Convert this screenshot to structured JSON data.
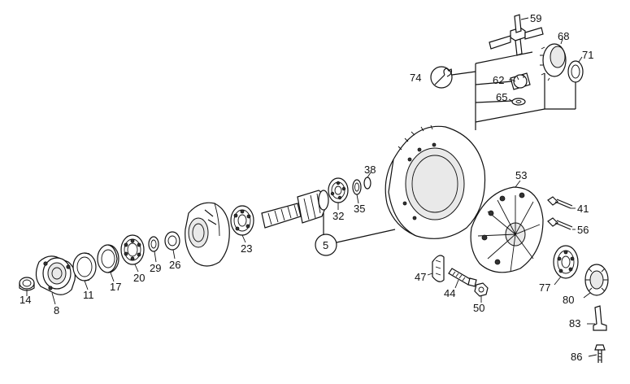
{
  "diagram": {
    "callouts": [
      {
        "id": "14",
        "label": "14"
      },
      {
        "id": "8",
        "label": "8"
      },
      {
        "id": "11",
        "label": "11"
      },
      {
        "id": "17",
        "label": "17"
      },
      {
        "id": "20",
        "label": "20"
      },
      {
        "id": "29",
        "label": "29"
      },
      {
        "id": "26",
        "label": "26"
      },
      {
        "id": "23",
        "label": "23"
      },
      {
        "id": "32",
        "label": "32"
      },
      {
        "id": "35",
        "label": "35"
      },
      {
        "id": "38",
        "label": "38"
      },
      {
        "id": "5",
        "label": "5"
      },
      {
        "id": "53",
        "label": "53"
      },
      {
        "id": "41",
        "label": "41"
      },
      {
        "id": "56",
        "label": "56"
      },
      {
        "id": "47",
        "label": "47"
      },
      {
        "id": "44",
        "label": "44"
      },
      {
        "id": "50",
        "label": "50"
      },
      {
        "id": "77",
        "label": "77"
      },
      {
        "id": "80",
        "label": "80"
      },
      {
        "id": "83",
        "label": "83"
      },
      {
        "id": "86",
        "label": "86"
      },
      {
        "id": "59",
        "label": "59"
      },
      {
        "id": "68",
        "label": "68"
      },
      {
        "id": "71",
        "label": "71"
      },
      {
        "id": "74",
        "label": "74"
      },
      {
        "id": "62",
        "label": "62"
      },
      {
        "id": "65",
        "label": "65"
      }
    ]
  }
}
